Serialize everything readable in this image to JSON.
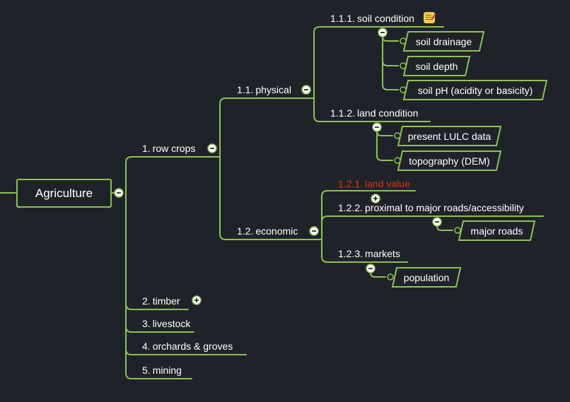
{
  "root": {
    "label": "Agriculture"
  },
  "branches": [
    {
      "num": "1.",
      "label": "row crops"
    },
    {
      "num": "2.",
      "label": "timber"
    },
    {
      "num": "3.",
      "label": "livestock"
    },
    {
      "num": "4.",
      "label": "orchards & groves"
    },
    {
      "num": "5.",
      "label": "mining"
    }
  ],
  "row_crops": {
    "physical": {
      "num": "1.1.",
      "label": "physical"
    },
    "economic": {
      "num": "1.2.",
      "label": "economic"
    },
    "soil_condition": {
      "num": "1.1.1.",
      "label": "soil condition",
      "icon": "note-icon"
    },
    "land_condition": {
      "num": "1.1.2.",
      "label": "land condition"
    },
    "soil_leaves": [
      "soil drainage",
      "soil depth",
      "soil pH (acidity or basicity)"
    ],
    "land_leaves": [
      "present LULC data",
      "topography (DEM)"
    ],
    "land_value": {
      "num": "1.2.1.",
      "label": "land value",
      "color": "#e0301e"
    },
    "proximal": {
      "num": "1.2.2.",
      "label": "proximal to major roads/accessibility"
    },
    "proximal_leaves": [
      "major roads"
    ],
    "markets": {
      "num": "1.2.3.",
      "label": "markets"
    },
    "markets_leaves": [
      "population"
    ]
  },
  "colors": {
    "background": "#1f2329",
    "line": "#8cc152",
    "text": "#ffffff",
    "highlight": "#e0301e"
  }
}
